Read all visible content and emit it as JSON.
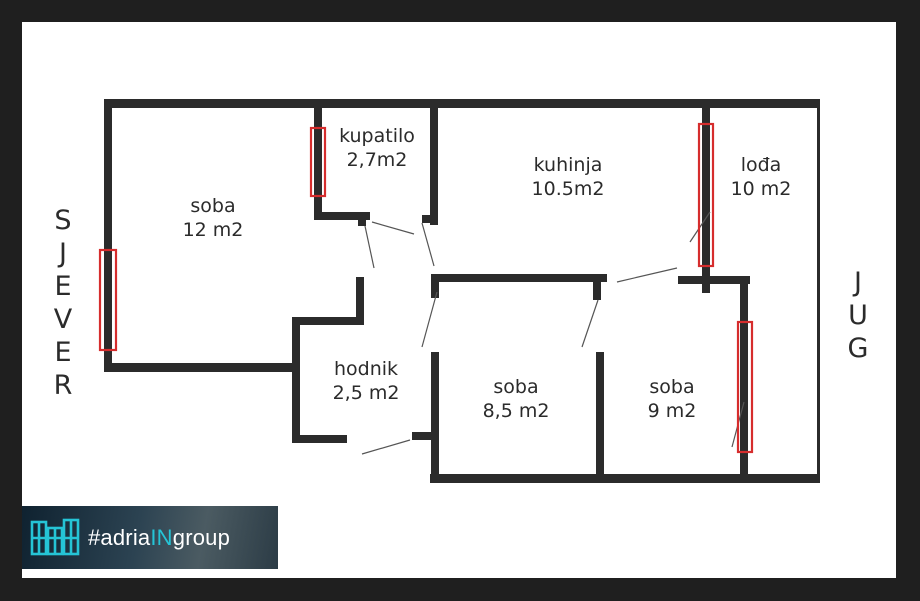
{
  "rooms": {
    "soba_left": {
      "name": "soba",
      "area": "12 m2"
    },
    "kupatilo": {
      "name": "kupatilo",
      "area": "2,7m2"
    },
    "kuhinja": {
      "name": "kuhinja",
      "area": "10.5m2"
    },
    "loda": {
      "name": "lođa",
      "area": "10 m2"
    },
    "hodnik": {
      "name": "hodnik",
      "area": "2,5 m2"
    },
    "soba_mid": {
      "name": "soba",
      "area": "8,5 m2"
    },
    "soba_right": {
      "name": "soba",
      "area": "9 m2"
    }
  },
  "compass": {
    "north": [
      "S",
      "J",
      "E",
      "V",
      "E",
      "R"
    ],
    "south": [
      "J",
      "U",
      "G"
    ]
  },
  "logo": {
    "prefix": "#adria",
    "accent": "IN",
    "suffix": "group"
  },
  "colors": {
    "wall": "#2b2b2b",
    "window_highlight": "#d62d2d",
    "background": "#ffffff",
    "frame": "#1f1f1f",
    "logo_accent": "#25c4d6"
  }
}
